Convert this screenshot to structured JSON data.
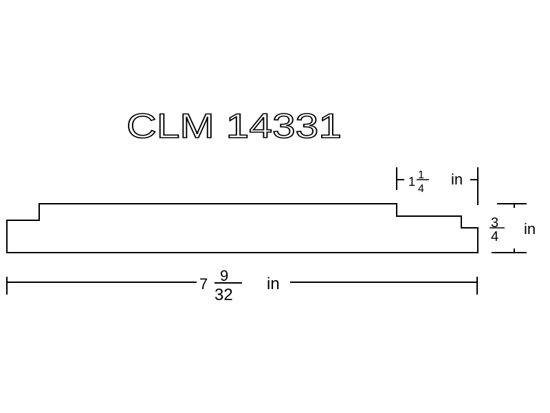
{
  "title": "CLM 14331",
  "dimensions": {
    "width": {
      "whole": "7",
      "numerator": "9",
      "denominator": "32",
      "unit": "in"
    },
    "step_width": {
      "whole": "1",
      "numerator": "1",
      "denominator": "4",
      "unit": "in"
    },
    "thickness": {
      "numerator": "3",
      "denominator": "4",
      "unit": "in"
    }
  }
}
